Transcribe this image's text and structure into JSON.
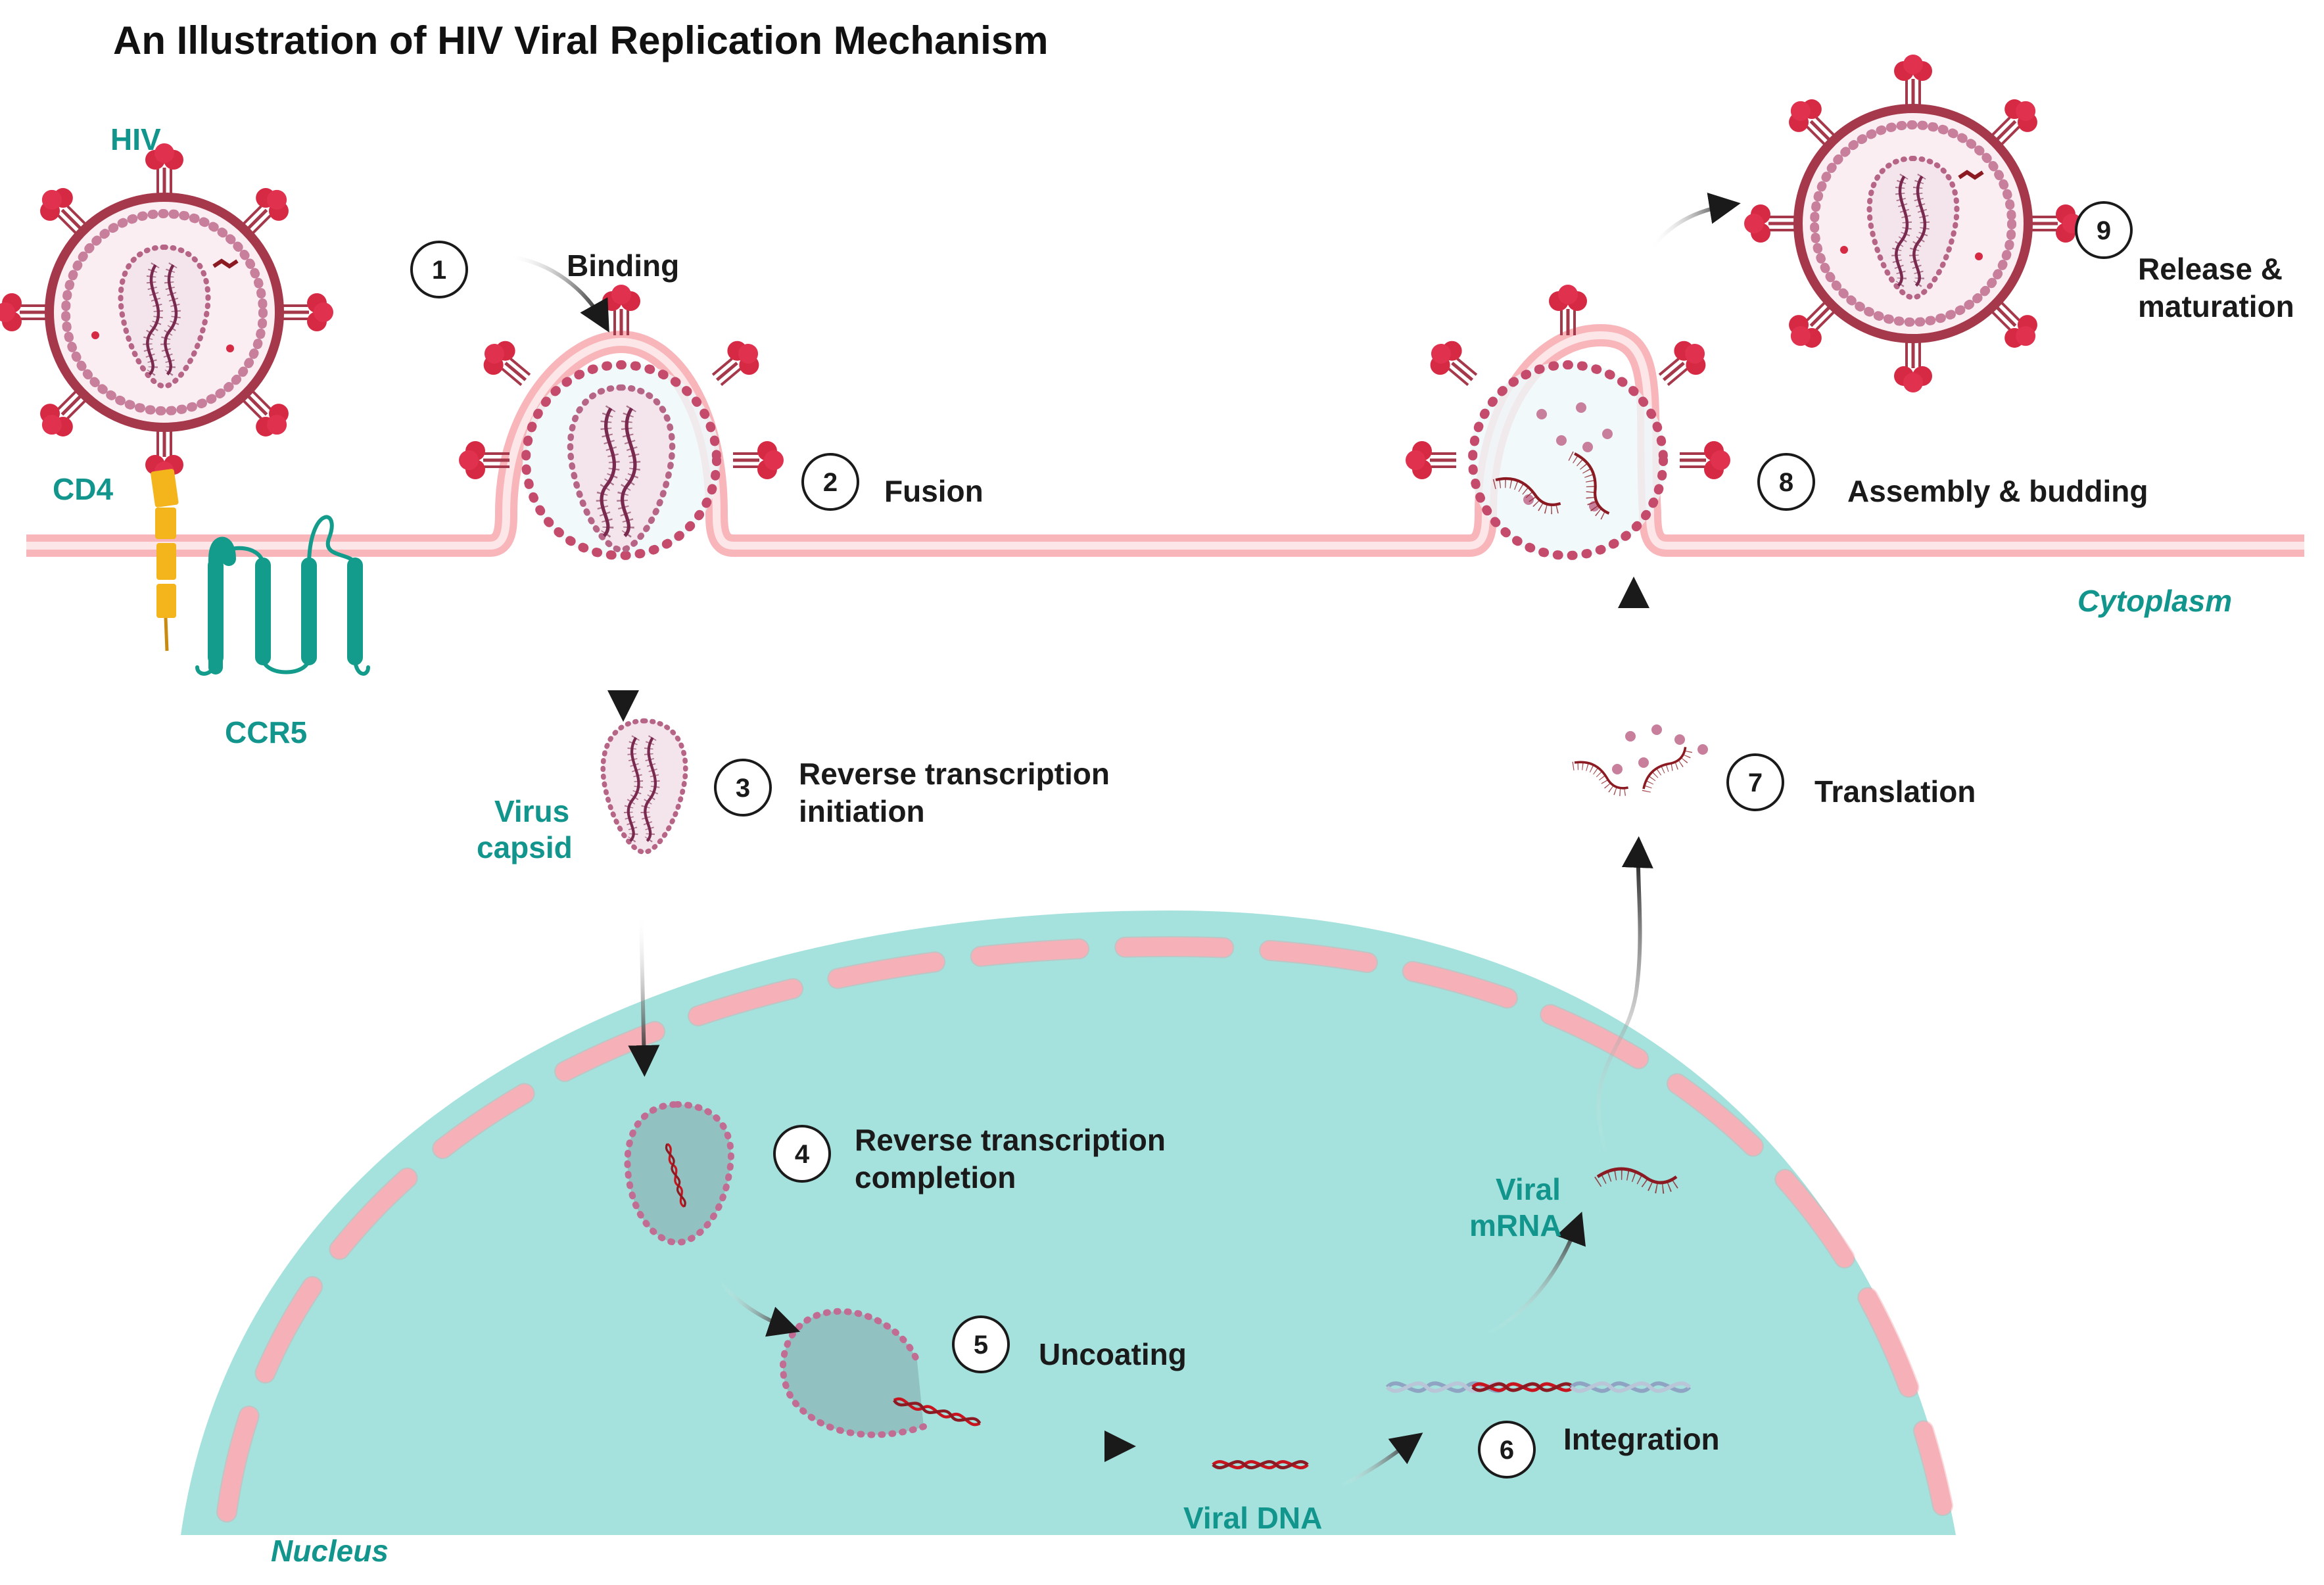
{
  "title": "An Illustration of HIV Viral Replication Mechanism",
  "labels": {
    "hiv": "HIV",
    "cd4": "CD4",
    "ccr5": "CCR5",
    "cytoplasm": "Cytoplasm",
    "virus_capsid_line1": "Virus",
    "virus_capsid_line2": "capsid",
    "viral_mrna_line1": "Viral",
    "viral_mrna_line2": "mRNA",
    "viral_dna": "Viral DNA",
    "nucleus": "Nucleus"
  },
  "steps": [
    {
      "number": "1",
      "lines": [
        "Binding"
      ]
    },
    {
      "number": "2",
      "lines": [
        "Fusion"
      ]
    },
    {
      "number": "3",
      "lines": [
        "Reverse transcription",
        "initiation"
      ]
    },
    {
      "number": "4",
      "lines": [
        "Reverse transcription",
        "completion"
      ]
    },
    {
      "number": "5",
      "lines": [
        "Uncoating"
      ]
    },
    {
      "number": "6",
      "lines": [
        "Integration"
      ]
    },
    {
      "number": "7",
      "lines": [
        "Translation"
      ]
    },
    {
      "number": "8",
      "lines": [
        "Assembly & budding"
      ]
    },
    {
      "number": "9",
      "lines": [
        "Release &",
        "maturation"
      ]
    }
  ],
  "colors": {
    "teal_text": "#12958c",
    "nucleus_fill": "#a5e2dd",
    "membrane": "#f8b6bb",
    "spike_red": "#d62a44",
    "virus_membrane": "#a5384a",
    "rna_dark_red": "#8b1a22",
    "cd4_yellow": "#f4b41b",
    "ccr5_teal": "#139c8c"
  }
}
